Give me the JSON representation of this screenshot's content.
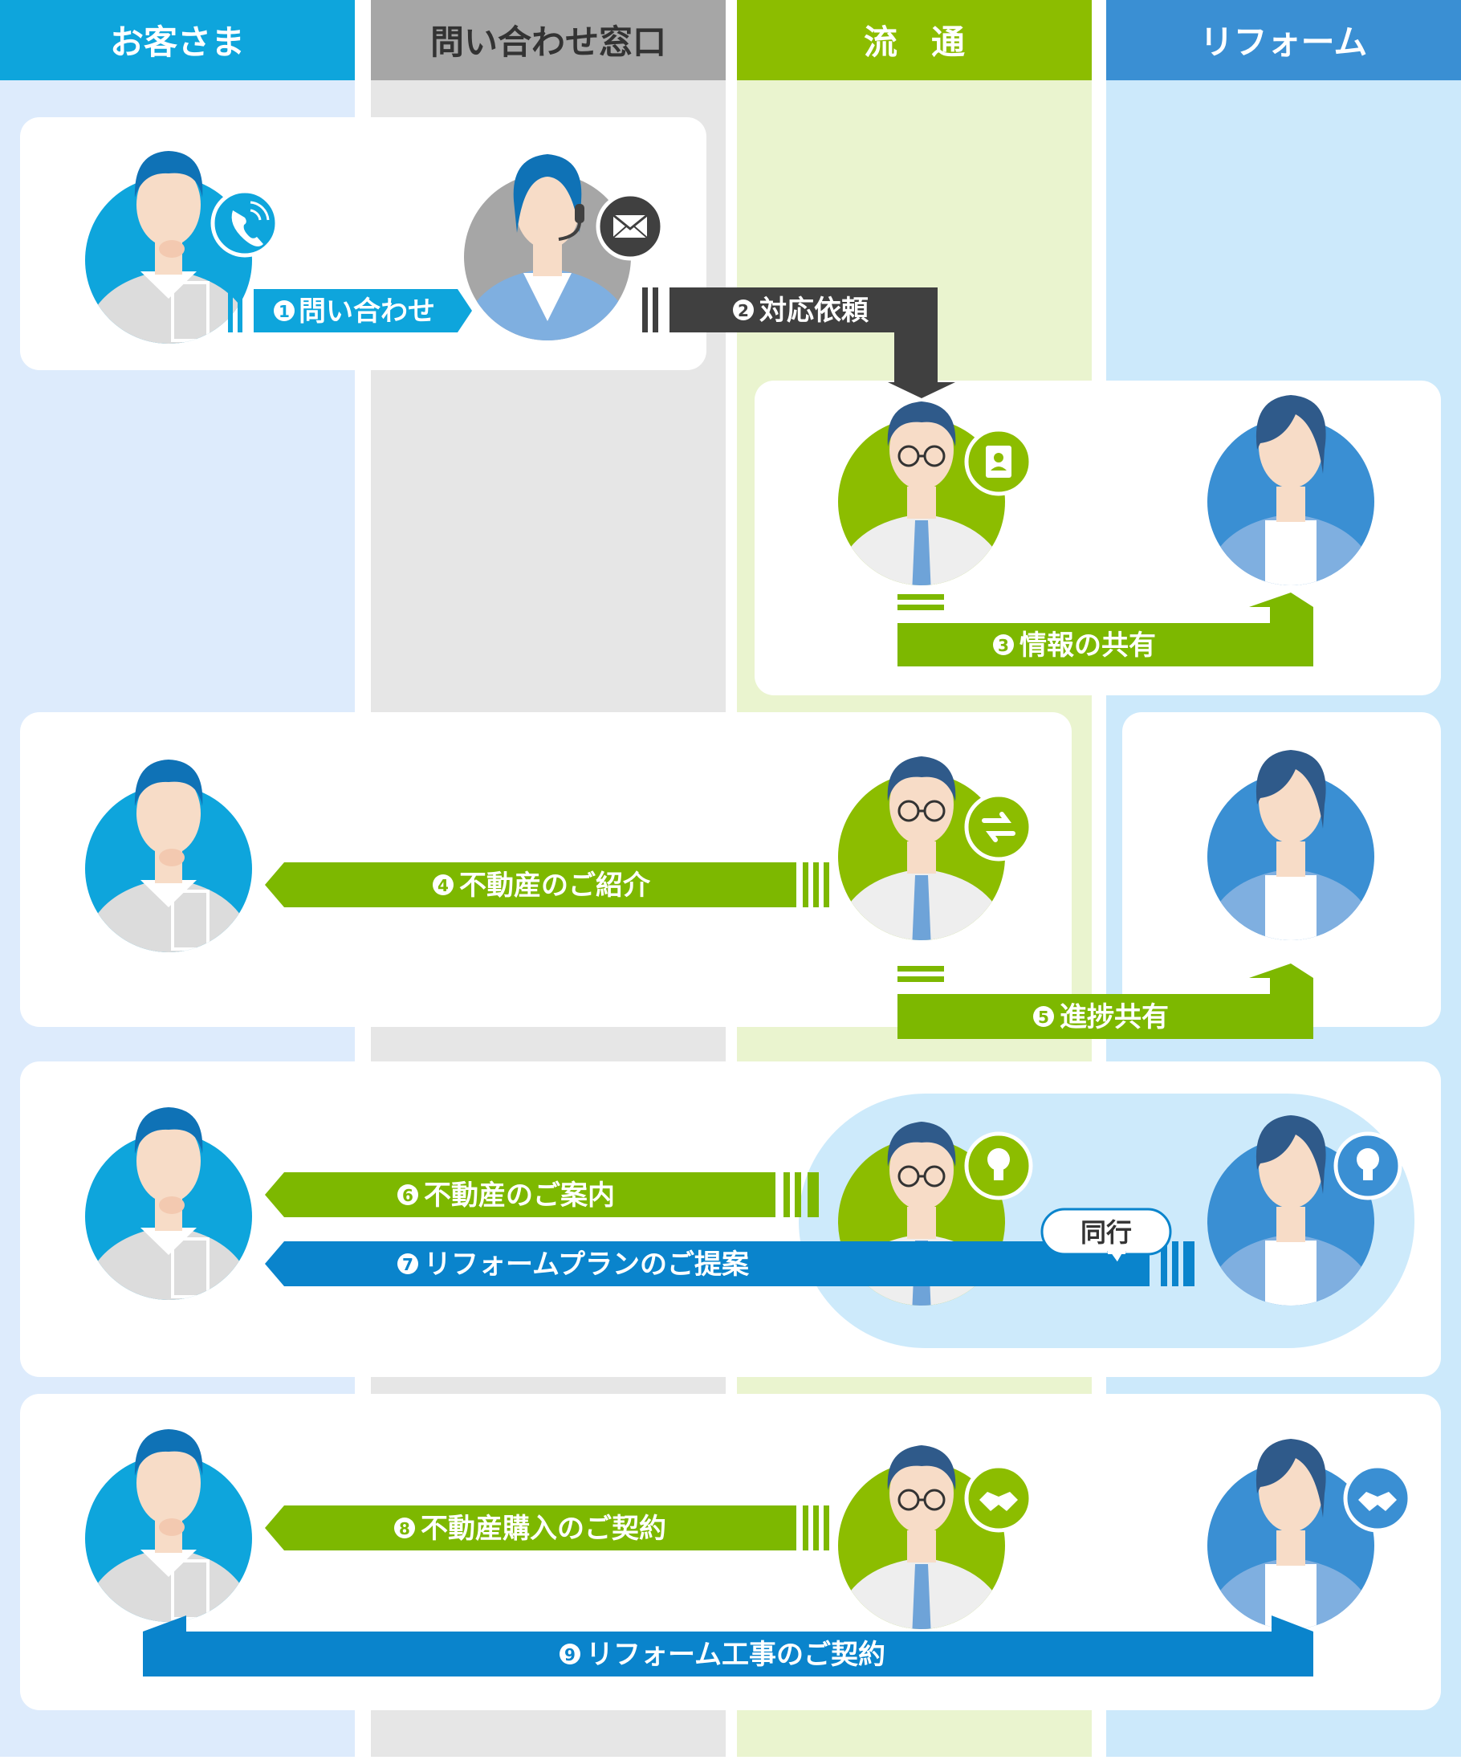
{
  "columns": {
    "customer": "お客さま",
    "contact": "問い合わせ窓口",
    "distribution": "流　通",
    "reform": "リフォーム"
  },
  "steps": {
    "s1": {
      "num": "1",
      "label": "問い合わせ"
    },
    "s2": {
      "num": "2",
      "label": "対応依頼"
    },
    "s3": {
      "num": "3",
      "label": "情報の共有"
    },
    "s4": {
      "num": "4",
      "label": "不動産のご紹介"
    },
    "s5": {
      "num": "5",
      "label": "進捗共有"
    },
    "s6": {
      "num": "6",
      "label": "不動産のご案内"
    },
    "s7": {
      "num": "7",
      "label": "リフォームプランのご提案"
    },
    "s8": {
      "num": "8",
      "label": "不動産購入のご契約"
    },
    "s9": {
      "num": "9",
      "label": "リフォーム工事のご契約"
    }
  },
  "accompany_label": "同行",
  "colors": {
    "customer": "#0ea5dc",
    "contact": "#a6a6a6",
    "distribution": "#8cbd00",
    "reform": "#3a8fd3",
    "green_arrow": "#7db800",
    "blue_arrow": "#0a84cc",
    "dark_arrow": "#404040"
  },
  "icons": [
    "phone-icon",
    "mail-icon",
    "profile-card-icon",
    "refresh-icon",
    "lightbulb-icon",
    "handshake-icon"
  ]
}
